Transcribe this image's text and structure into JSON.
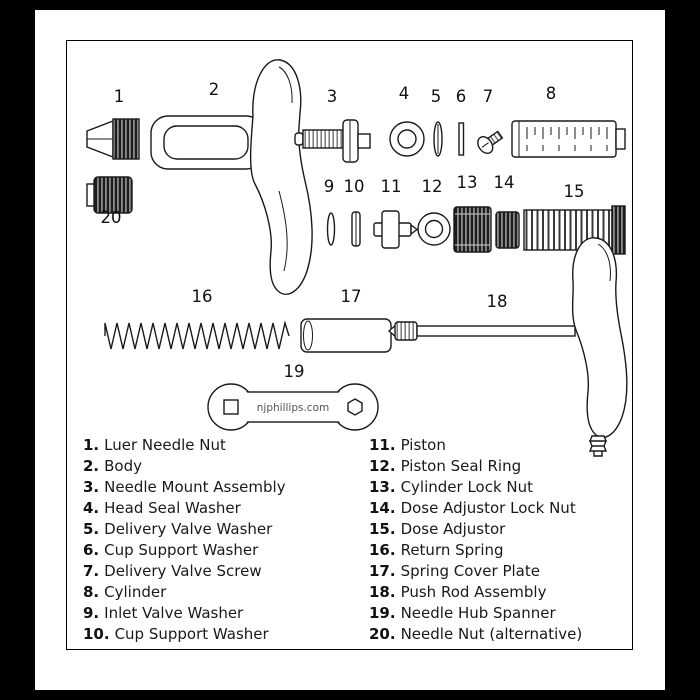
{
  "diagram": {
    "watermark": "njphillips.com",
    "callouts": [
      "1",
      "2",
      "3",
      "4",
      "5",
      "6",
      "7",
      "8",
      "9",
      "10",
      "11",
      "12",
      "13",
      "14",
      "15",
      "16",
      "17",
      "18",
      "19",
      "20"
    ]
  },
  "parts_list": {
    "left": [
      {
        "num": "1.",
        "name": "Luer Needle Nut"
      },
      {
        "num": "2.",
        "name": "Body"
      },
      {
        "num": "3.",
        "name": "Needle Mount Assembly"
      },
      {
        "num": "4.",
        "name": "Head Seal Washer"
      },
      {
        "num": "5.",
        "name": "Delivery Valve Washer"
      },
      {
        "num": "6.",
        "name": "Cup Support Washer"
      },
      {
        "num": "7.",
        "name": "Delivery Valve Screw"
      },
      {
        "num": "8.",
        "name": "Cylinder"
      },
      {
        "num": "9.",
        "name": "Inlet Valve Washer"
      },
      {
        "num": "10.",
        "name": "Cup Support Washer"
      }
    ],
    "right": [
      {
        "num": "11.",
        "name": "Piston"
      },
      {
        "num": "12.",
        "name": "Piston Seal Ring"
      },
      {
        "num": "13.",
        "name": "Cylinder Lock Nut"
      },
      {
        "num": "14.",
        "name": "Dose Adjustor Lock Nut"
      },
      {
        "num": "15.",
        "name": "Dose Adjustor"
      },
      {
        "num": "16.",
        "name": "Return Spring"
      },
      {
        "num": "17.",
        "name": "Spring Cover Plate"
      },
      {
        "num": "18.",
        "name": "Push Rod Assembly"
      },
      {
        "num": "19.",
        "name": "Needle Hub Spanner"
      },
      {
        "num": "20.",
        "name": "Needle Nut (alternative)"
      }
    ]
  }
}
